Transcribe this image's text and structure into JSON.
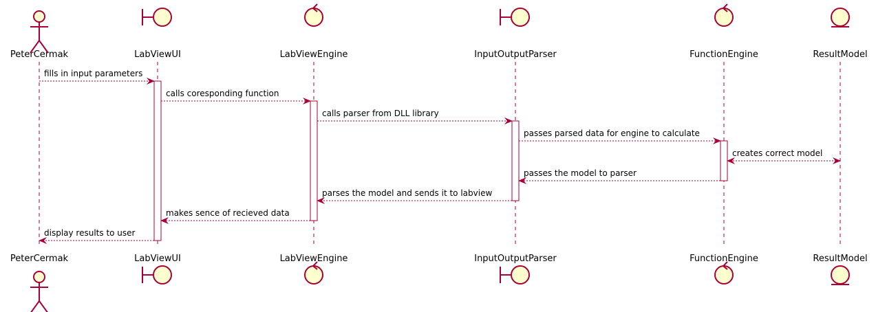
{
  "colors": {
    "stroke": "#A80036",
    "fill": "#FEFECE",
    "text": "#000000",
    "background": "#FFFFFF"
  },
  "participants": [
    {
      "id": "p0",
      "name": "PeterCermak",
      "kind": "actor",
      "icon": "actor-icon"
    },
    {
      "id": "p1",
      "name": "LabViewUI",
      "kind": "boundary",
      "icon": "boundary-icon"
    },
    {
      "id": "p2",
      "name": "LabViewEngine",
      "kind": "control",
      "icon": "control-icon"
    },
    {
      "id": "p3",
      "name": "InputOutputParser",
      "kind": "boundary",
      "icon": "boundary-icon"
    },
    {
      "id": "p4",
      "name": "FunctionEngine",
      "kind": "control",
      "icon": "control-icon"
    },
    {
      "id": "p5",
      "name": "ResultModel",
      "kind": "entity",
      "icon": "entity-icon"
    }
  ],
  "messages": [
    {
      "from": "PeterCermak",
      "to": "LabViewUI",
      "label": "fills in input parameters"
    },
    {
      "from": "LabViewUI",
      "to": "LabViewEngine",
      "label": "calls coresponding function"
    },
    {
      "from": "LabViewEngine",
      "to": "InputOutputParser",
      "label": "calls parser from DLL library"
    },
    {
      "from": "InputOutputParser",
      "to": "FunctionEngine",
      "label": "passes parsed data for engine to calculate"
    },
    {
      "from": "FunctionEngine",
      "to": "ResultModel",
      "label": "creates correct model",
      "bidirectional": true
    },
    {
      "from": "FunctionEngine",
      "to": "InputOutputParser",
      "label": "passes the model to parser"
    },
    {
      "from": "InputOutputParser",
      "to": "LabViewEngine",
      "label": "parses the model and sends it to labview"
    },
    {
      "from": "LabViewEngine",
      "to": "LabViewUI",
      "label": "makes sence of recieved data"
    },
    {
      "from": "LabViewUI",
      "to": "PeterCermak",
      "label": "display results to user"
    }
  ]
}
